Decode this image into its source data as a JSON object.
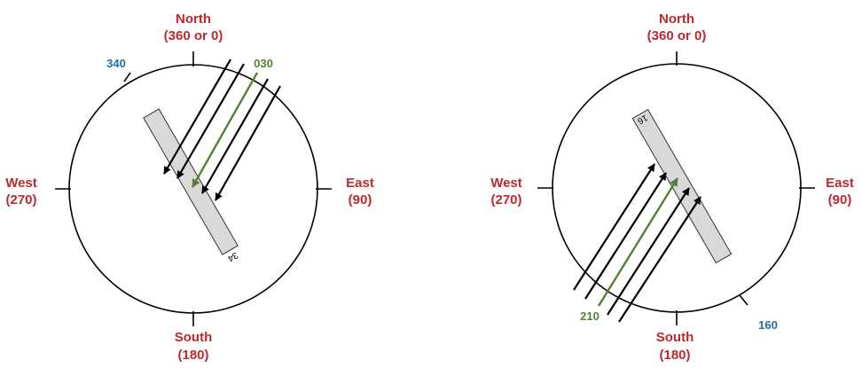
{
  "colors": {
    "cardinal_text": "#c0282d",
    "runway_heading_text": "#1f6fa3",
    "wind_heading_text": "#548235",
    "wind_arrow_highlight": "#548235",
    "wind_arrow": "#000000",
    "runway_fill": "#d9d9d9",
    "runway_stroke": "#333333",
    "circle_stroke": "#000000"
  },
  "left_diagram": {
    "north": {
      "line1": "North",
      "line2": "(360 or 0)"
    },
    "east": {
      "line1": "East",
      "line2": "(90)"
    },
    "south": {
      "line1": "South",
      "line2": "(180)"
    },
    "west": {
      "line1": "West",
      "line2": "(270)"
    },
    "runway_heading": "340",
    "wind_heading": "030",
    "runway_number": "34",
    "arrow_icon": "arrow-icon"
  },
  "right_diagram": {
    "north": {
      "line1": "North",
      "line2": "(360 or 0)"
    },
    "east": {
      "line1": "East",
      "line2": "(90)"
    },
    "south": {
      "line1": "South",
      "line2": "(180)"
    },
    "west": {
      "line1": "West",
      "line2": "(270)"
    },
    "runway_heading": "160",
    "wind_heading": "210",
    "runway_number": "16",
    "arrow_icon": "arrow-icon"
  }
}
